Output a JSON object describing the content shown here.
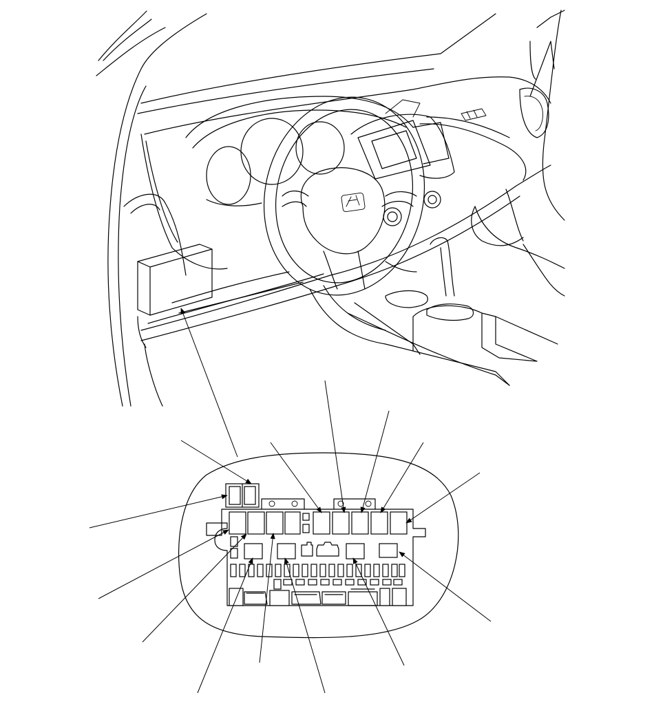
{
  "figure": {
    "subject": "under-dash-fuse-relay-box-location",
    "callouts": [
      {
        "id": "c1",
        "target": "relay-upper-pair"
      },
      {
        "id": "c2",
        "target": "fuse-row-1-slot-5"
      },
      {
        "id": "c3",
        "target": "fuse-row-1-slot-6"
      },
      {
        "id": "c4",
        "target": "fuse-row-1-slot-7"
      },
      {
        "id": "c5",
        "target": "fuse-row-1-slot-8"
      },
      {
        "id": "c6",
        "target": "fuse-row-1-slot-9"
      },
      {
        "id": "c7",
        "target": "relay-left-top"
      },
      {
        "id": "c8",
        "target": "fuse-row-1-slot-1"
      },
      {
        "id": "c9",
        "target": "fuse-row-1-slot-2"
      },
      {
        "id": "c10",
        "target": "relay-row-2-slot-1"
      },
      {
        "id": "c11",
        "target": "relay-row-2-slot-2"
      },
      {
        "id": "c12",
        "target": "relay-row-2-slot-3"
      },
      {
        "id": "c13",
        "target": "relay-row-2-slot-4"
      },
      {
        "id": "c14",
        "target": "relay-row-2-slot-5"
      }
    ]
  },
  "colors": {
    "line": "#000000",
    "background": "#ffffff"
  }
}
